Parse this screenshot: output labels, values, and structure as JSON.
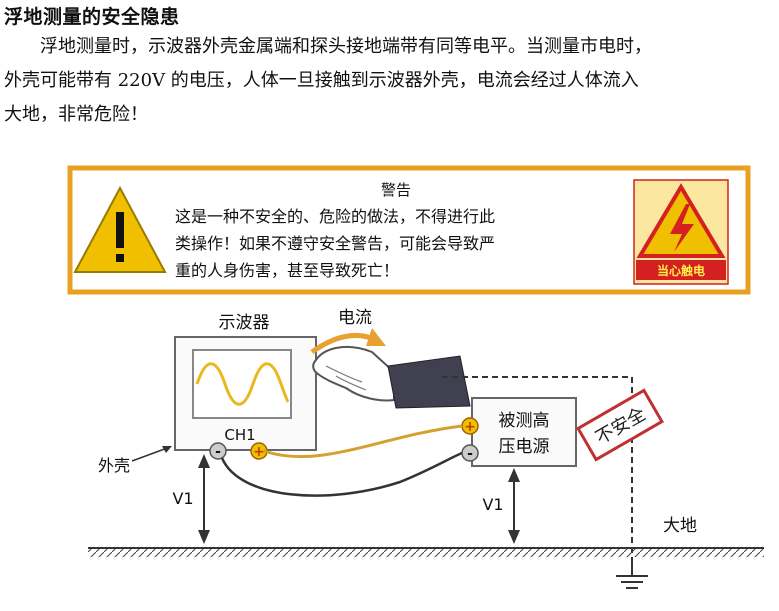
{
  "heading": "浮地测量的安全隐患",
  "paragraph": {
    "line1": "浮地测量时，示波器外壳金属端和探头接地端带有同等电平。当测量市电时，",
    "line2": "外壳可能带有 220V 的电压，人体一旦接触到示波器外壳，电流会经过人体流入",
    "line3": "大地，非常危险！"
  },
  "warning": {
    "title": "警告",
    "line1": "这是一种不安全的、危险的做法，不得进行此",
    "line2": "类操作！如果不遵守安全警告，可能会导致严",
    "line3": "重的人身伤害，甚至导致死亡！",
    "sign_text": "当心触电"
  },
  "labels": {
    "oscilloscope": "示波器",
    "current": "电流",
    "channel": "CH1",
    "casing": "外壳",
    "v1_left": "V1",
    "v1_right": "V1",
    "source_line1": "被测高",
    "source_line2": "压电源",
    "unsafe": "不安全",
    "ground": "大地",
    "minus": "-",
    "plus": "+"
  },
  "colors": {
    "warning_border": "#e8a020",
    "warning_triangle": "#f0c000",
    "sign_red": "#d42020",
    "probe_wire": "#d4a030",
    "current_arrow": "#e8a030",
    "screen_wave": "#e8b820"
  }
}
